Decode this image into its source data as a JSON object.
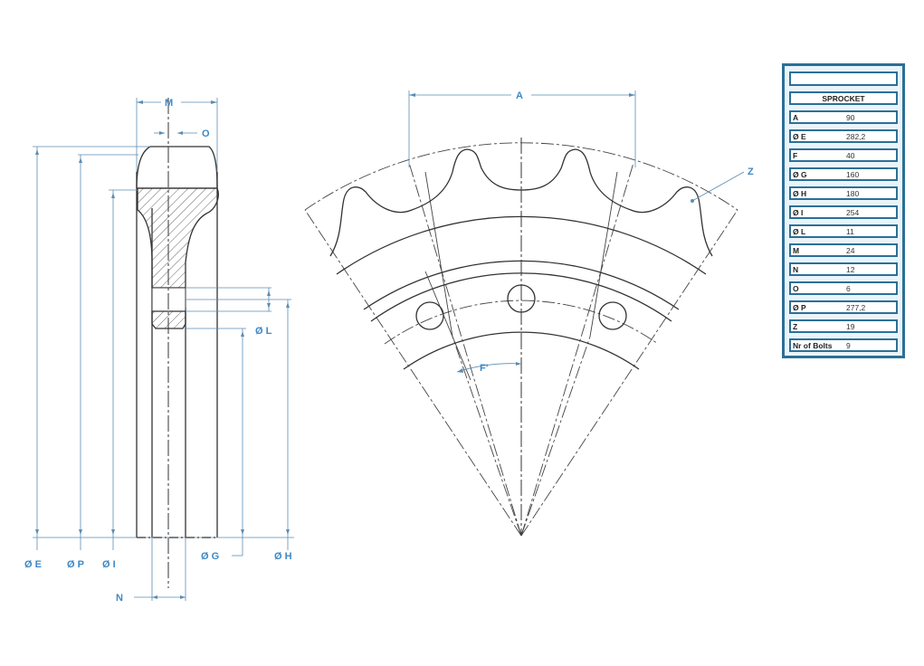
{
  "drawing": {
    "side_view": {
      "labels": {
        "M": "M",
        "O": "O",
        "E": "Ø E",
        "P": "Ø P",
        "I": "Ø I",
        "L": "Ø L",
        "G": "Ø G",
        "H": "Ø H",
        "N": "N"
      }
    },
    "front_view": {
      "labels": {
        "A": "A",
        "Z": "Z",
        "F": "F'"
      }
    },
    "colors": {
      "dimension": "#3d88c6",
      "outline": "#333333",
      "table_border": "#2c6f96",
      "table_bg": "#e9f4fb"
    }
  },
  "spec_table": {
    "header_blank": "",
    "title": "SPROCKET",
    "rows": [
      {
        "key": "A",
        "value": "90"
      },
      {
        "key": "Ø E",
        "value": "282,2"
      },
      {
        "key": "F",
        "value": "40"
      },
      {
        "key": "Ø G",
        "value": "160"
      },
      {
        "key": "Ø H",
        "value": "180"
      },
      {
        "key": "Ø I",
        "value": "254"
      },
      {
        "key": "Ø L",
        "value": "11"
      },
      {
        "key": "M",
        "value": "24"
      },
      {
        "key": "N",
        "value": "12"
      },
      {
        "key": "O",
        "value": "6"
      },
      {
        "key": "Ø P",
        "value": "277,2"
      },
      {
        "key": "Z",
        "value": "19"
      },
      {
        "key": "Nr of Bolts",
        "value": "9"
      }
    ]
  }
}
